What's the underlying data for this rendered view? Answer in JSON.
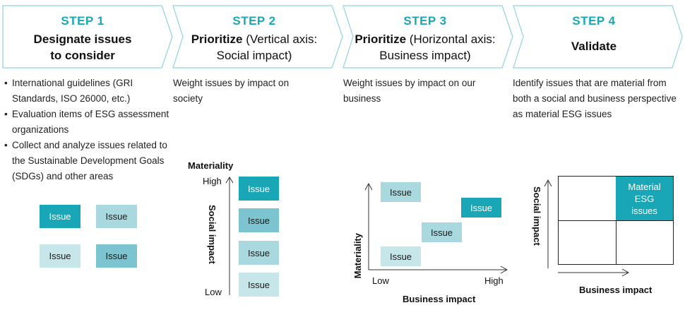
{
  "steps": [
    {
      "label": "STEP 1",
      "title_bold": "Designate issues to consider",
      "title_normal": ""
    },
    {
      "label": "STEP 2",
      "title_bold": "Prioritize",
      "title_normal": " (Vertical axis: Social impact)"
    },
    {
      "label": "STEP 3",
      "title_bold": "Prioritize",
      "title_normal": " (Horizontal axis: Business impact)"
    },
    {
      "label": "STEP 4",
      "title_bold": "Validate",
      "title_normal": ""
    }
  ],
  "step1": {
    "bullets": [
      "International guidelines (GRI Standards, ISO 26000, etc.)",
      "Evaluation items of ESG assessment organizations",
      "Collect and analyze issues related to the Sustainable Development Goals (SDGs) and other areas"
    ],
    "issue_label": "Issue"
  },
  "step2": {
    "desc": "Weight issues by impact on society",
    "top_label": "Materiality",
    "high": "High",
    "low": "Low",
    "axis_label": "Social impact",
    "issue_label": "Issue"
  },
  "step3": {
    "desc": "Weight issues by impact on our business",
    "y_label": "Materiality",
    "low": "Low",
    "high": "High",
    "x_label": "Business impact",
    "issue_label": "Issue"
  },
  "step4": {
    "desc": "Identify issues that are material from both a social and business perspective as material ESG issues",
    "y_label": "Social impact",
    "x_label": "Business impact",
    "material_label": "Material ESG issues"
  },
  "colors": {
    "accent": "#19a7b8",
    "border": "#8fd3dc"
  }
}
